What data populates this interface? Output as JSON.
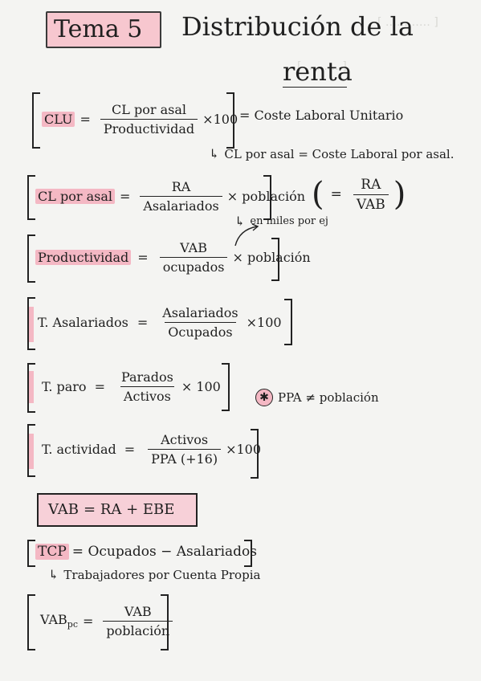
{
  "header": {
    "topic_box": "Tema 5",
    "title_line1": "Distribución de la",
    "title_line2": "renta"
  },
  "formulas": {
    "clu": {
      "lhs": "CLU",
      "eq": "=",
      "num": "CL por asal",
      "den": "Productividad",
      "mult": "×100",
      "def": "= Coste Laboral Unitario"
    },
    "clu_note": "CL por asal = Coste Laboral por asal.",
    "cl_asal": {
      "lhs": "CL por asal",
      "eq": "=",
      "num": "RA",
      "den": "Asalariados",
      "mult": "× población",
      "note": "en miles por ej",
      "alt_eq": "=",
      "alt_num": "RA",
      "alt_den": "VAB"
    },
    "productividad": {
      "lhs": "Productividad",
      "eq": "=",
      "num": "VAB",
      "den": "ocupados",
      "mult": "× población"
    },
    "t_asalariados": {
      "lhs": "T. Asalariados",
      "eq": "=",
      "num": "Asalariados",
      "den": "Ocupados",
      "mult": "×100"
    },
    "t_paro": {
      "lhs": "T. paro",
      "eq": "=",
      "num": "Parados",
      "den": "Activos",
      "mult": "× 100",
      "side_note": "PPA ≠ población"
    },
    "t_actividad": {
      "lhs": "T. actividad",
      "eq": "=",
      "num": "Activos",
      "den": "PPA (+16)",
      "mult": "×100"
    },
    "vab": {
      "lhs": "VAB",
      "rhs": "= RA + EBE"
    },
    "tcp": {
      "lhs": "TCP",
      "rhs": "= Ocupados − Asalariados",
      "note": "Trabajadores por Cuenta Propia"
    },
    "vab_pc": {
      "lhs": "VAB",
      "sub": "pc",
      "eq": "=",
      "num": "VAB",
      "den": "población"
    }
  }
}
